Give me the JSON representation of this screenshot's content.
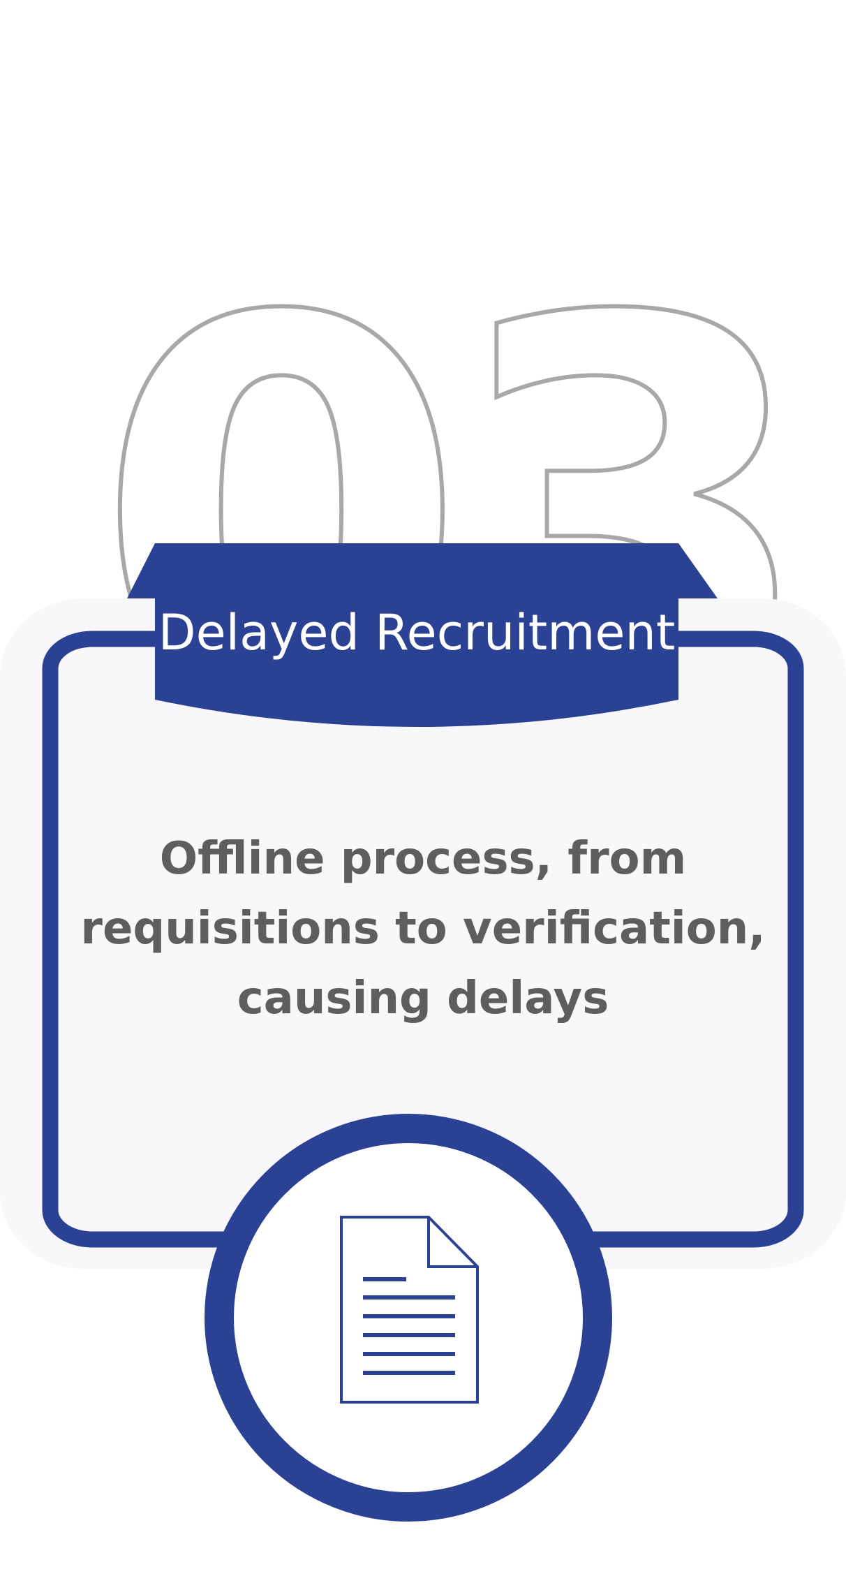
{
  "card": {
    "number": "03",
    "title": "Delayed Recruitment",
    "description": "Offline process, from requisitions to verification, causing delays"
  },
  "icons": {
    "document": "document-icon"
  },
  "colors": {
    "accent": "#2b4294",
    "number_outline": "#a8a8a8",
    "card_background": "#f8f8fa",
    "text": "#5e5e5e",
    "title_text": "#ffffff"
  }
}
